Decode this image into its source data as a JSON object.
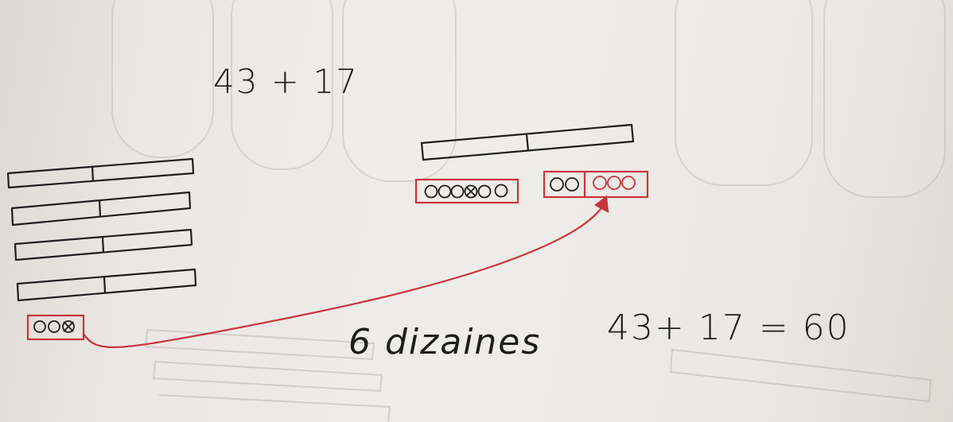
{
  "problem": "43 + 17",
  "result_label": "6 dizaines",
  "equation": "43+ 17 = 60",
  "colors": {
    "paper": "#ebe8e3",
    "ink": "#1d1d1d",
    "red_ink": "#c8343b"
  }
}
